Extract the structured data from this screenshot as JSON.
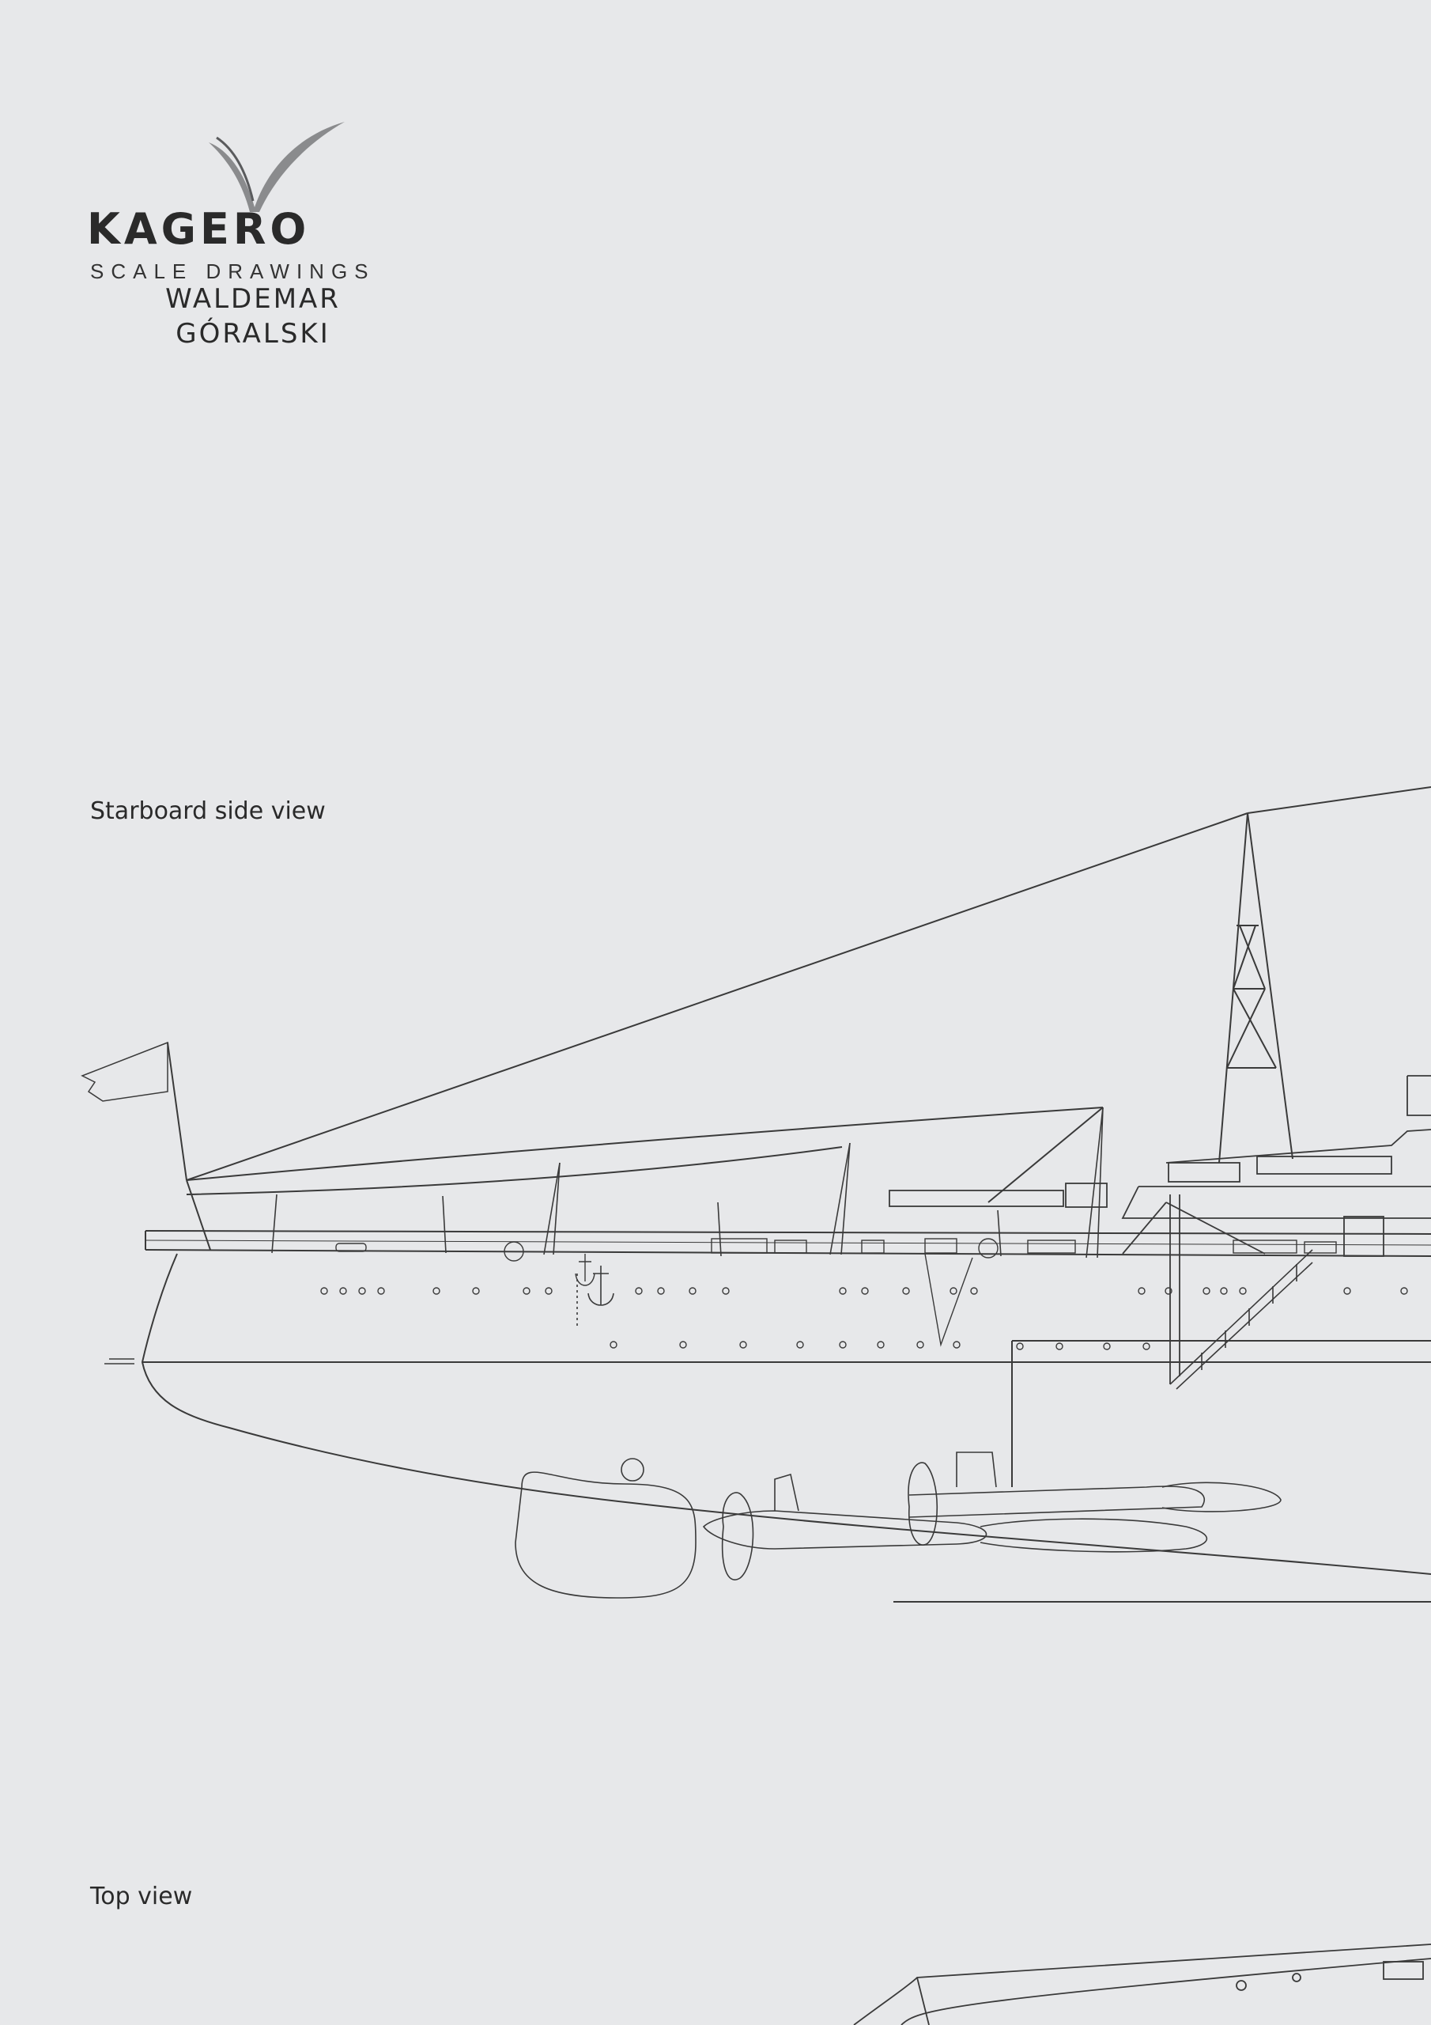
{
  "logo": {
    "brand": "KAGERO",
    "subtitle": "SCALE DRAWINGS",
    "author_first": "WALDEMAR",
    "author_last": "GÓRALSKI",
    "mark_icon": "v-check-logo-icon"
  },
  "views": {
    "side_label": "Starboard side view",
    "top_label": "Top view"
  },
  "colors": {
    "background": "#e7e8ea",
    "line": "#3a3a3a",
    "ghost": "#d2d3d5"
  }
}
